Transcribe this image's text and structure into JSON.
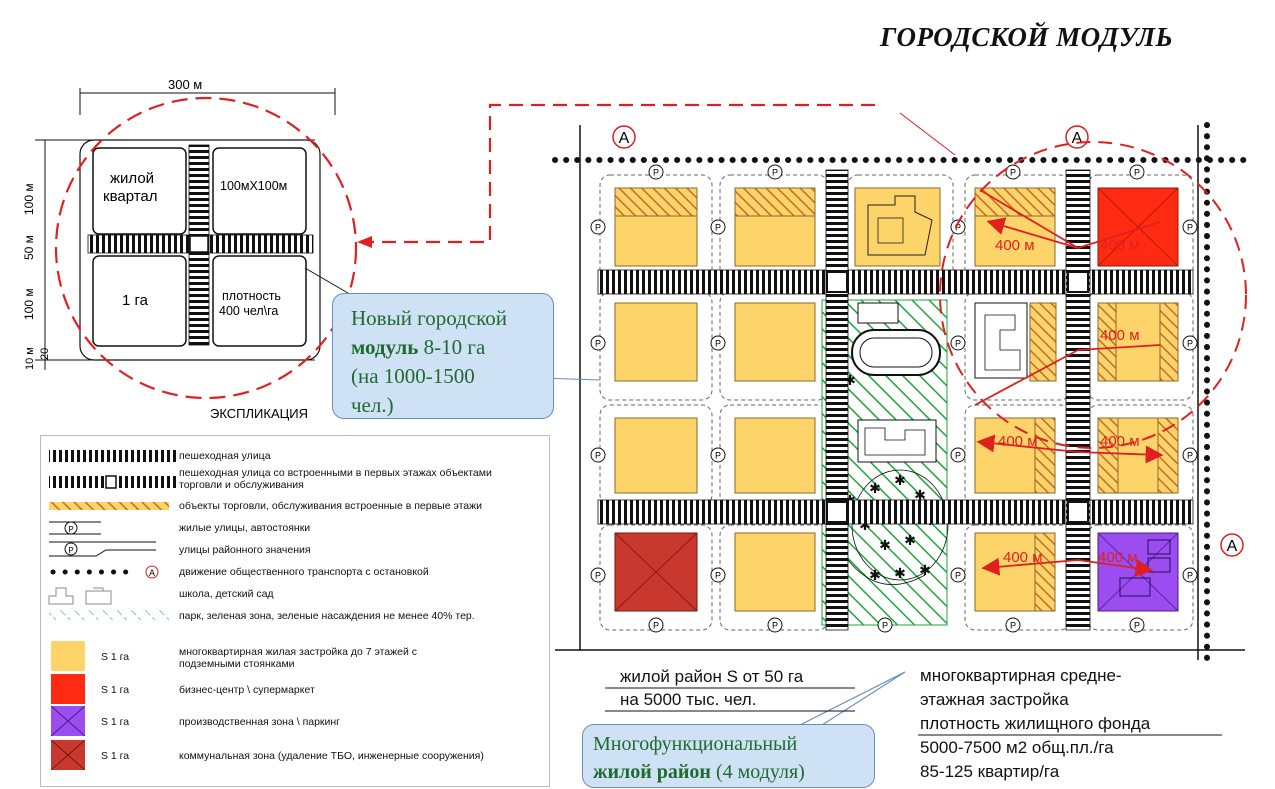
{
  "title": "ГОРОДСКОЙ МОДУЛЬ",
  "scheme": {
    "dim_top": "300 м",
    "dim_left": [
      "100 м",
      "50 м",
      "100 м",
      "20",
      "10 м"
    ],
    "block_tl": "жилой квартал",
    "block_tr": "100мХ100м",
    "block_bl": "1 га",
    "block_br": "плотность 400 чел\\га",
    "caption": "ЭКСПЛИКАЦИЯ"
  },
  "callout_module": {
    "line1": "Новый городской",
    "bold": "модуль",
    "line2_rest": " 8-10 га",
    "line3": "(на 1000-1500",
    "line4": "чел.)"
  },
  "callout_district": {
    "line1": "Многофункциональный",
    "bold": "жилой район",
    "rest": " (4 модуля)"
  },
  "plan": {
    "stop_label": "A",
    "parking_label": "P",
    "distance_label": "400 м"
  },
  "bottom": {
    "left_line1": "жилой район S от 50 га",
    "left_line2": "на 5000 тыс. чел.",
    "right_line1": "многоквартирная средне-",
    "right_line2": "этажная застройка",
    "right_line3": "плотность жилищного фонда",
    "right_line4": "5000-7500 м2 общ.пл./га",
    "right_line5": "85-125 квартир/га"
  },
  "legend": {
    "items": [
      {
        "text": "пешеходная улица"
      },
      {
        "text": "пешеходная улица со встроенными в первых этажах объектами торговли и обслуживания"
      },
      {
        "text": "объекты торговли, обслуживания встроенные в первые этажи"
      },
      {
        "text": "жилые улицы, автостоянки"
      },
      {
        "text": "улицы районного значения"
      },
      {
        "text": "движение общественного транспорта с остановкой"
      },
      {
        "text": "школа, детский сад"
      },
      {
        "text": "парк, зеленая зона, зеленые насаждения не менее 40% тер."
      },
      {
        "text": "многоквартирная жилая застройка до 7 этажей с подземными стоянками",
        "area": "S 1 га",
        "color": "#fcd46a"
      },
      {
        "text": "бизнес-центр \\ супермаркет",
        "area": "S 1 га",
        "color": "#ff2a12"
      },
      {
        "text": "производственная зона \\ паркинг",
        "area": "S 1 га",
        "color": "#9b4df0"
      },
      {
        "text": "коммунальная зона (удаление ТБО, инженерные сооружения)",
        "area": "S 1 га",
        "color": "#c9382f"
      }
    ]
  },
  "colors": {
    "residential": "#fcd46a",
    "business": "#ff2a12",
    "industrial": "#9b4df0",
    "communal": "#c9382f",
    "hatch": "#c86a2a",
    "park": "#1fa53a",
    "red_dash": "#e02020",
    "callout_bg": "#cfe1f5",
    "callout_text": "#1f6b2f"
  }
}
